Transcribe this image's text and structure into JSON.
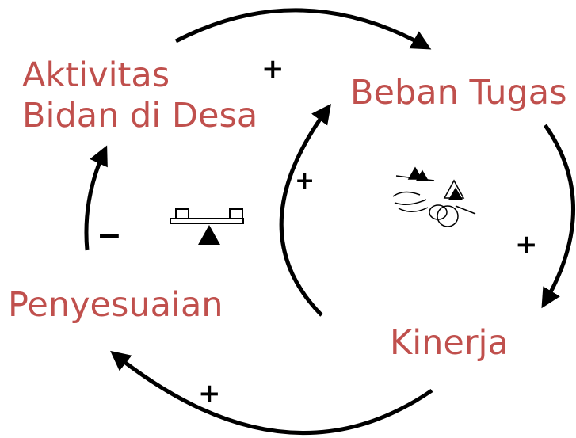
{
  "nodes": {
    "aktivitas_line1": "Aktivitas",
    "aktivitas_line2": "Bidan di Desa",
    "beban_tugas": "Beban Tugas",
    "penyesuaian": "Penyesuaian",
    "kinerja": "Kinerja"
  },
  "signs": {
    "aktivitas_to_beban": "+",
    "kinerja_to_beban": "+",
    "beban_to_kinerja": "+",
    "penyesuaian_to_aktivitas": "−",
    "kinerja_to_penyesuaian": "+"
  },
  "loop_icons": {
    "balancing": "balance-scale-icon",
    "reinforcing": "snowball-icon"
  },
  "colors": {
    "node_text": "#c0504d",
    "arrows": "#000000"
  }
}
